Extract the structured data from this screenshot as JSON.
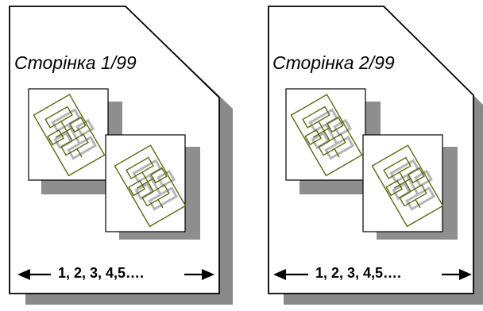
{
  "colors": {
    "page_fill": "#ffffff",
    "page_stroke": "#000000",
    "shadow": "#8a8a8a",
    "card_shadow": "#8e8e8e",
    "flowchart_line": "#5a6b10",
    "flowchart_ghost": "#b5b5b5"
  },
  "pages": [
    {
      "title": "Сторінка 1/99",
      "nav_text": "1, 2, 3, 4,5…."
    },
    {
      "title": "Сторінка 2/99",
      "nav_text": "1, 2, 3, 4,5…."
    }
  ],
  "icons": {
    "left_arrow": "arrow-left-icon",
    "right_arrow": "arrow-right-icon",
    "thumbnail": "flowchart-icon"
  }
}
